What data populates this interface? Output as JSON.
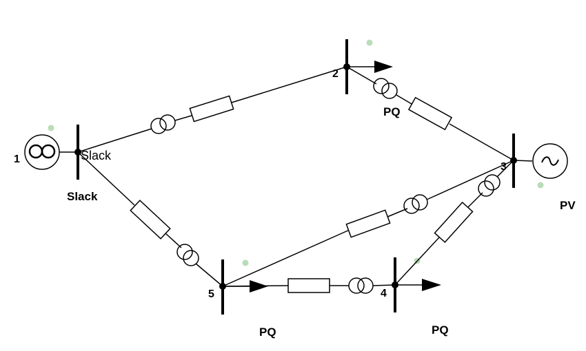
{
  "buses": {
    "b1": {
      "number": "1",
      "inline_label": "Slack",
      "type_label": "Slack",
      "source": "infinite-bus"
    },
    "b2": {
      "number": "2",
      "type_label": "PQ"
    },
    "b3": {
      "number": "3",
      "type_label": "PV",
      "source": "generator"
    },
    "b4": {
      "number": "4",
      "type_label": "PQ"
    },
    "b5": {
      "number": "5",
      "type_label": "PQ"
    }
  },
  "branches": [
    {
      "from": "1",
      "to": "2"
    },
    {
      "from": "2",
      "to": "3"
    },
    {
      "from": "1",
      "to": "5"
    },
    {
      "from": "5",
      "to": "3"
    },
    {
      "from": "5",
      "to": "4"
    },
    {
      "from": "4",
      "to": "3"
    }
  ],
  "colors": {
    "line": "#000000",
    "marker": "#b9dcb9"
  }
}
